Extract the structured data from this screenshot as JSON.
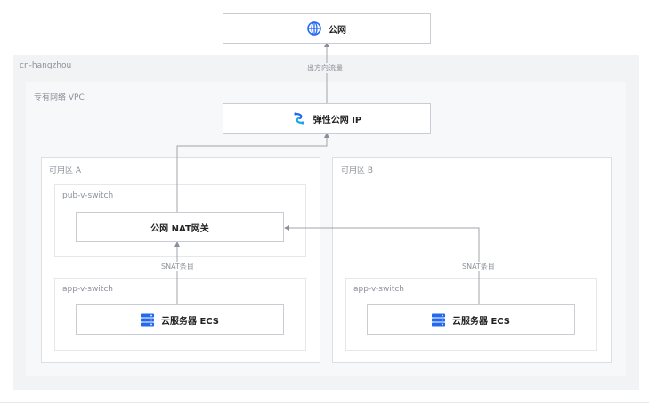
{
  "nodes": {
    "internet": "公网",
    "eip": "弹性公网 IP",
    "nat": "公网 NAT网关",
    "ecs_a": "云服务器 ECS",
    "ecs_b": "云服务器 ECS"
  },
  "regions": {
    "region": "cn-hangzhou",
    "vpc": "专有网络 VPC",
    "zone_a": "可用区 A",
    "zone_b": "可用区 B",
    "pub_switch": "pub-v-switch",
    "app_switch_a": "app-v-switch",
    "app_switch_b": "app-v-switch"
  },
  "flows": {
    "egress": "出方向流量",
    "snat_a": "SNAT条目",
    "snat_b": "SNAT条目"
  },
  "icons": {
    "internet": "globe-icon",
    "eip": "eip-icon",
    "ecs": "server-icon"
  },
  "colors": {
    "accent": "#2468f2",
    "region_bg": "#f2f3f5",
    "line": "#a0a4ab"
  }
}
